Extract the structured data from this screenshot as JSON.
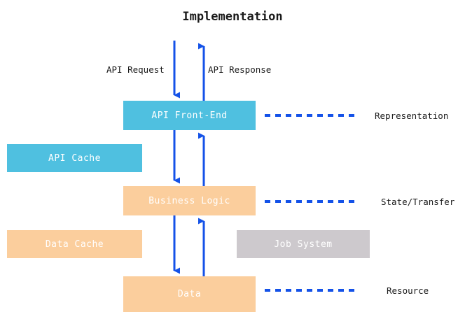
{
  "diagram": {
    "title": "Implementation",
    "accent_colors": {
      "cyan": "#4fc0e0",
      "orange": "#fbce9d",
      "gray": "#cdc9cd",
      "arrow_blue": "#1452e8",
      "dash_blue": "#1452e8",
      "text_dark": "#1a1a1a",
      "box_text": "#ffffff"
    },
    "boxes": [
      {
        "id": "api-frontend",
        "label": "API Front-End",
        "color": "#4fc0e0"
      },
      {
        "id": "api-cache",
        "label": "API Cache",
        "color": "#4fc0e0"
      },
      {
        "id": "business-logic",
        "label": "Business Logic",
        "color": "#fbce9d"
      },
      {
        "id": "data-cache",
        "label": "Data Cache",
        "color": "#fbce9d"
      },
      {
        "id": "job-system",
        "label": "Job System",
        "color": "#cdc9cd"
      },
      {
        "id": "data",
        "label": "Data",
        "color": "#fbce9d"
      }
    ],
    "flow_labels": {
      "request": "API Request",
      "response": "API Response"
    },
    "side_labels": [
      {
        "id": "representation",
        "label": "Representation"
      },
      {
        "id": "state-transfer",
        "label": "State/Transfer"
      },
      {
        "id": "resource",
        "label": "Resource"
      }
    ]
  }
}
